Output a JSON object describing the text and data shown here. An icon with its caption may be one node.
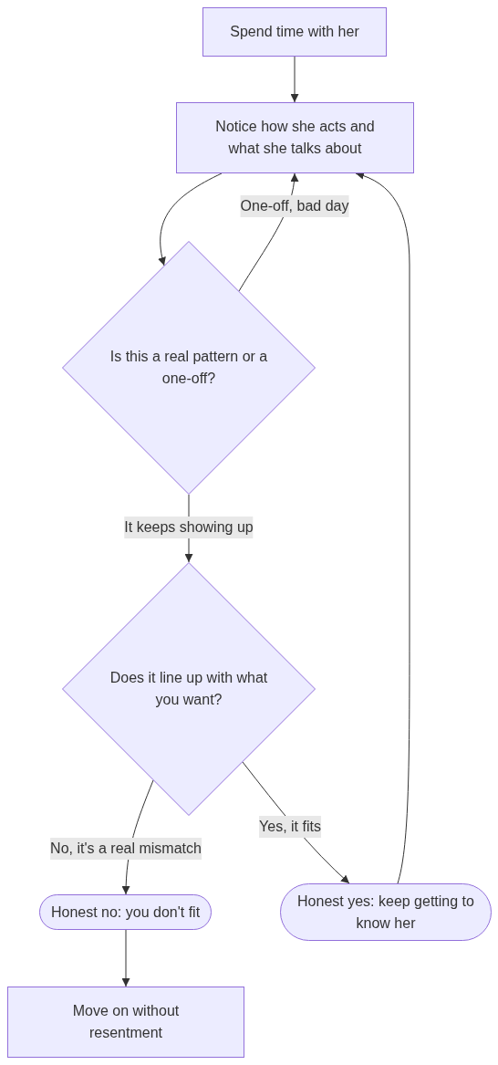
{
  "diagram": {
    "nodes": [
      {
        "text": [
          "Spend time with her"
        ]
      },
      {
        "text": [
          "Notice how she acts and what she talks about"
        ]
      },
      {
        "text": [
          "Is this a real pattern or a one-off?"
        ]
      },
      {
        "text": [
          "Does it line up with what you want?"
        ]
      },
      {
        "text": [
          "Honest no: you don't fit"
        ]
      },
      {
        "text": [
          "Honest yes: keep getting to know her"
        ]
      },
      {
        "text": [
          "Move on without resentment"
        ]
      }
    ],
    "edges": [
      {
        "from": 0,
        "to": 1,
        "arrow": "to"
      },
      {
        "from": 1,
        "to": 2,
        "arrow": "to"
      },
      {
        "from": 2,
        "to": 1,
        "label": "One-off, bad day",
        "arrow": "to"
      },
      {
        "from": 2,
        "to": 3,
        "label": "It keeps showing up",
        "arrow": "to"
      },
      {
        "from": 3,
        "to": 4,
        "label": "No, it's a real mismatch",
        "arrow": "to"
      },
      {
        "from": 3,
        "to": 5,
        "label": "Yes, it fits",
        "arrow": "to"
      },
      {
        "from": 5,
        "to": 1,
        "arrow": "to"
      },
      {
        "from": 4,
        "to": 6,
        "arrow": "to"
      }
    ]
  }
}
